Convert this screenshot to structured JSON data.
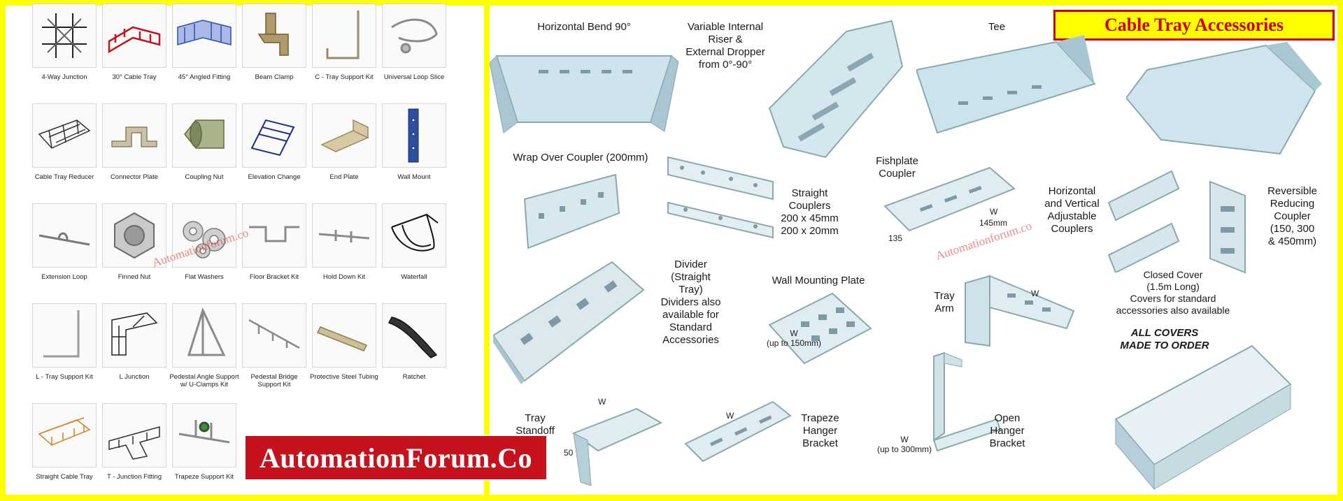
{
  "catalog": {
    "items": [
      {
        "label": "4-Way Junction",
        "icon": "cross-junction-icon"
      },
      {
        "label": "30° Cable Tray",
        "icon": "red-tray-icon"
      },
      {
        "label": "45° Angled Fitting",
        "icon": "angled-fitting-icon"
      },
      {
        "label": "Beam Clamp",
        "icon": "beam-clamp-icon"
      },
      {
        "label": "C - Tray Support Kit",
        "icon": "c-support-icon"
      },
      {
        "label": "Universal Loop Slice",
        "icon": "loop-slice-icon"
      },
      {
        "label": "Cable Tray Reducer",
        "icon": "tray-reducer-icon"
      },
      {
        "label": "Connector Plate",
        "icon": "connector-plate-icon"
      },
      {
        "label": "Coupling Nut",
        "icon": "coupling-nut-icon"
      },
      {
        "label": "Elevation Change",
        "icon": "elevation-change-icon"
      },
      {
        "label": "End Plate",
        "icon": "end-plate-icon"
      },
      {
        "label": "Wall Mount",
        "icon": "wall-mount-icon"
      },
      {
        "label": "Extension Loop",
        "icon": "extension-loop-icon"
      },
      {
        "label": "Finned Nut",
        "icon": "finned-nut-icon"
      },
      {
        "label": "Flat Washers",
        "icon": "flat-washers-icon"
      },
      {
        "label": "Floor Bracket Kit",
        "icon": "floor-bracket-icon"
      },
      {
        "label": "Hold Down Kit",
        "icon": "hold-down-icon"
      },
      {
        "label": "Waterfall",
        "icon": "waterfall-icon"
      },
      {
        "label": "L - Tray Support Kit",
        "icon": "l-support-icon"
      },
      {
        "label": "L Junction",
        "icon": "l-junction-icon"
      },
      {
        "label": "Pedestal Angle Support w/ U-Clamps Kit",
        "icon": "pedestal-angle-icon"
      },
      {
        "label": "Pedestal Bridge Support Kit",
        "icon": "pedestal-bridge-icon"
      },
      {
        "label": "Protective Steel Tubing",
        "icon": "steel-tubing-icon"
      },
      {
        "label": "Ratchet",
        "icon": "ratchet-icon"
      },
      {
        "label": "Straight Cable Tray",
        "icon": "straight-tray-icon"
      },
      {
        "label": "T - Junction Fitting",
        "icon": "t-junction-icon"
      },
      {
        "label": "Trapeze Support Kit",
        "icon": "trapeze-support-icon"
      }
    ]
  },
  "watermark_left": "Automationforum.co",
  "watermark_right": "Automationforum.co",
  "brand": "AutomationForum.Co",
  "diagram": {
    "title": "Cable Tray Accessories",
    "labels": {
      "horizontal_bend": "Horizontal Bend 90°",
      "riser": "Variable Internal\nRiser &\nExternal Dropper\nfrom 0°-90°",
      "tee": "Tee",
      "wrap_coupler": "Wrap Over Coupler (200mm)",
      "straight_couplers": "Straight\nCouplers\n200 x 45mm\n200 x 20mm",
      "fishplate": "Fishplate\nCoupler",
      "hv_couplers": "Horizontal\nand Vertical\nAdjustable\nCouplers",
      "reversible": "Reversible\nReducing\nCoupler\n(150, 300\n& 450mm)",
      "divider": "Divider\n(Straight\nTray)\nDividers also\navailable for\nStandard\nAccessories",
      "wall_plate": "Wall Mounting Plate",
      "tray_arm": "Tray\nArm",
      "closed_cover": "Closed Cover\n(1.5m Long)\nCovers for standard\naccessories also available",
      "all_covers": "ALL COVERS\nMADE TO ORDER",
      "tray_standoff": "Tray\nStandoff",
      "trapeze": "Trapeze\nHanger\nBracket",
      "open_hanger": "Open\nHanger\nBracket"
    },
    "dims": {
      "fish_w": "W",
      "fish_145": "145mm",
      "fish_135": "135",
      "plate_w": "W\n(up to 150mm)",
      "arm_w": "W",
      "standoff_w": "W",
      "standoff_50": "50",
      "trapeze_w": "W",
      "hanger_w": "W\n(up to 300mm)"
    }
  }
}
